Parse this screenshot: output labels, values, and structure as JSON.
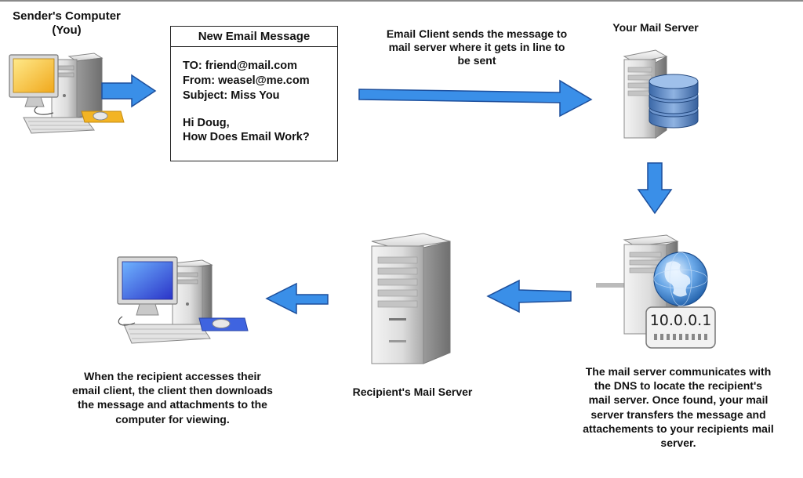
{
  "diagram": {
    "sender_label": [
      "Sender's Computer",
      "(You)"
    ],
    "email_box": {
      "title": "New Email Message",
      "to_line": "TO: friend@mail.com",
      "from_line": "From: weasel@me.com",
      "subject_line": "Subject: Miss You",
      "greeting": "Hi Doug,",
      "body": "How Does Email Work?"
    },
    "client_caption": [
      "Email Client sends the message to",
      "mail server where it gets in line to",
      "be sent"
    ],
    "your_server_label": "Your Mail Server",
    "dns_ip": "10.0.0.1",
    "dns_caption": [
      "The mail server communicates with",
      "the DNS to locate the recipient's",
      "mail server. Once found, your mail",
      "server transfers the message and",
      "attachements to your recipients mail",
      "server."
    ],
    "recipient_server_label": "Recipient's Mail Server",
    "download_caption": [
      "When the recipient accesses their",
      "email client, the client then downloads",
      "the message and attachments to the",
      "computer for viewing."
    ]
  },
  "colors": {
    "arrow_fill": "#3a8fe8",
    "arrow_stroke": "#1d4f9c",
    "server_gray": "#d9d9d9",
    "database_blue": "#5a86c0",
    "sender_screen": "#f5c430",
    "recipient_screen": "#4a5fe0"
  },
  "icons": [
    "desktop-computer-icon",
    "mail-server-database-icon",
    "dns-server-globe-icon",
    "mail-server-icon"
  ]
}
